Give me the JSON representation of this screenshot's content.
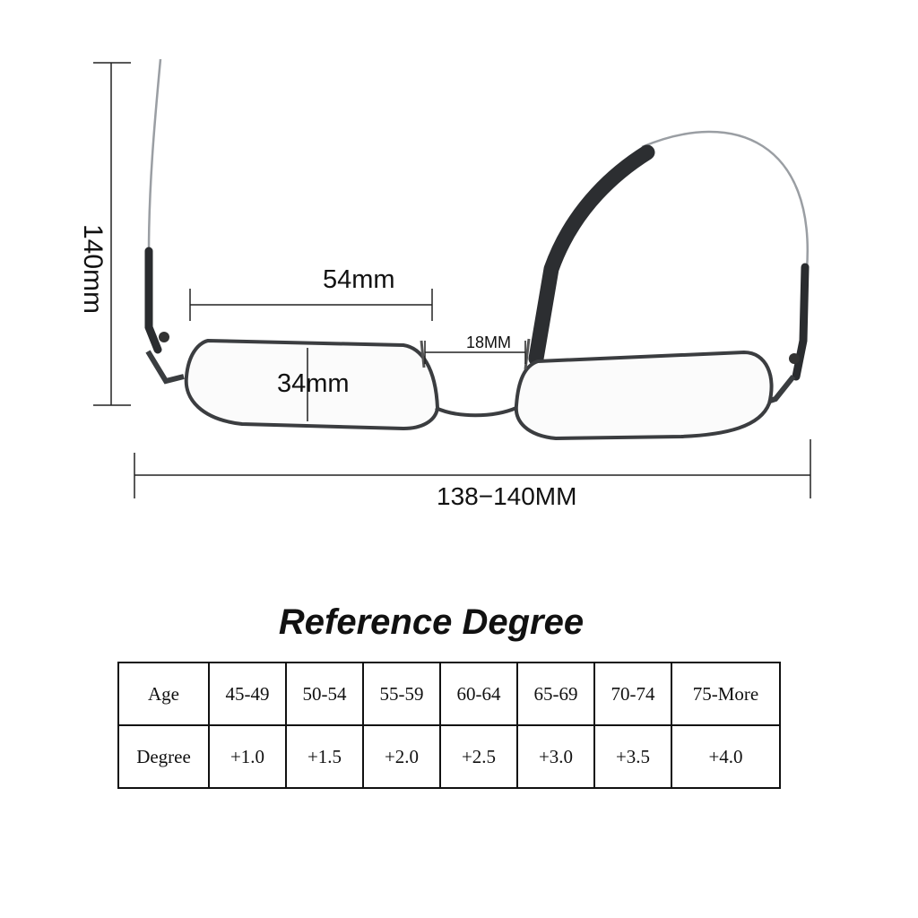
{
  "dimensions": {
    "total_height": "140mm",
    "lens_width": "54mm",
    "lens_height": "34mm",
    "bridge_width": "18MM",
    "frame_width": "138−140MM"
  },
  "reference": {
    "title": "Reference Degree",
    "age_label": "Age",
    "degree_label": "Degree",
    "ages": [
      "45-49",
      "50-54",
      "55-59",
      "60-64",
      "65-69",
      "70-74",
      "75-More"
    ],
    "degrees": [
      "+1.0",
      "+1.5",
      "+2.0",
      "+2.5",
      "+3.0",
      "+3.5",
      "+4.0"
    ]
  }
}
